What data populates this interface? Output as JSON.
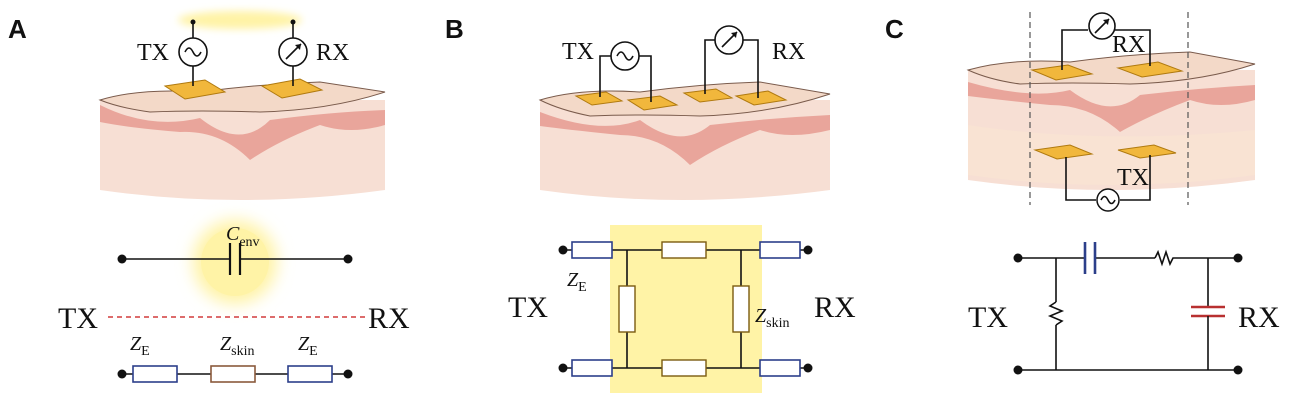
{
  "panels": {
    "a": {
      "label": "A",
      "tx": "TX",
      "rx": "RX",
      "c_env_main": "C",
      "c_env_sub": "env",
      "bottom_tx": "TX",
      "bottom_rx": "RX",
      "ze1_main": "Z",
      "ze1_sub": "E",
      "zskin_main": "Z",
      "zskin_sub": "skin",
      "ze2_main": "Z",
      "ze2_sub": "E"
    },
    "b": {
      "label": "B",
      "tx": "TX",
      "rx": "RX",
      "ze_main": "Z",
      "ze_sub": "E",
      "zskin_main": "Z",
      "zskin_sub": "skin",
      "circuit_tx": "TX",
      "circuit_rx": "RX"
    },
    "c": {
      "label": "C",
      "rx_top": "RX",
      "tx_bottom": "TX",
      "circuit_tx": "TX",
      "circuit_rx": "RX"
    }
  },
  "colors": {
    "pad": "#f1b73c",
    "highlight": "#fff3a6",
    "skin": "#f3d9c8",
    "dermis": "#e9a59b",
    "dashed_line": "#d23c3c",
    "capacitor_blue": "#2c3f8a",
    "capacitor_red": "#b83030"
  }
}
